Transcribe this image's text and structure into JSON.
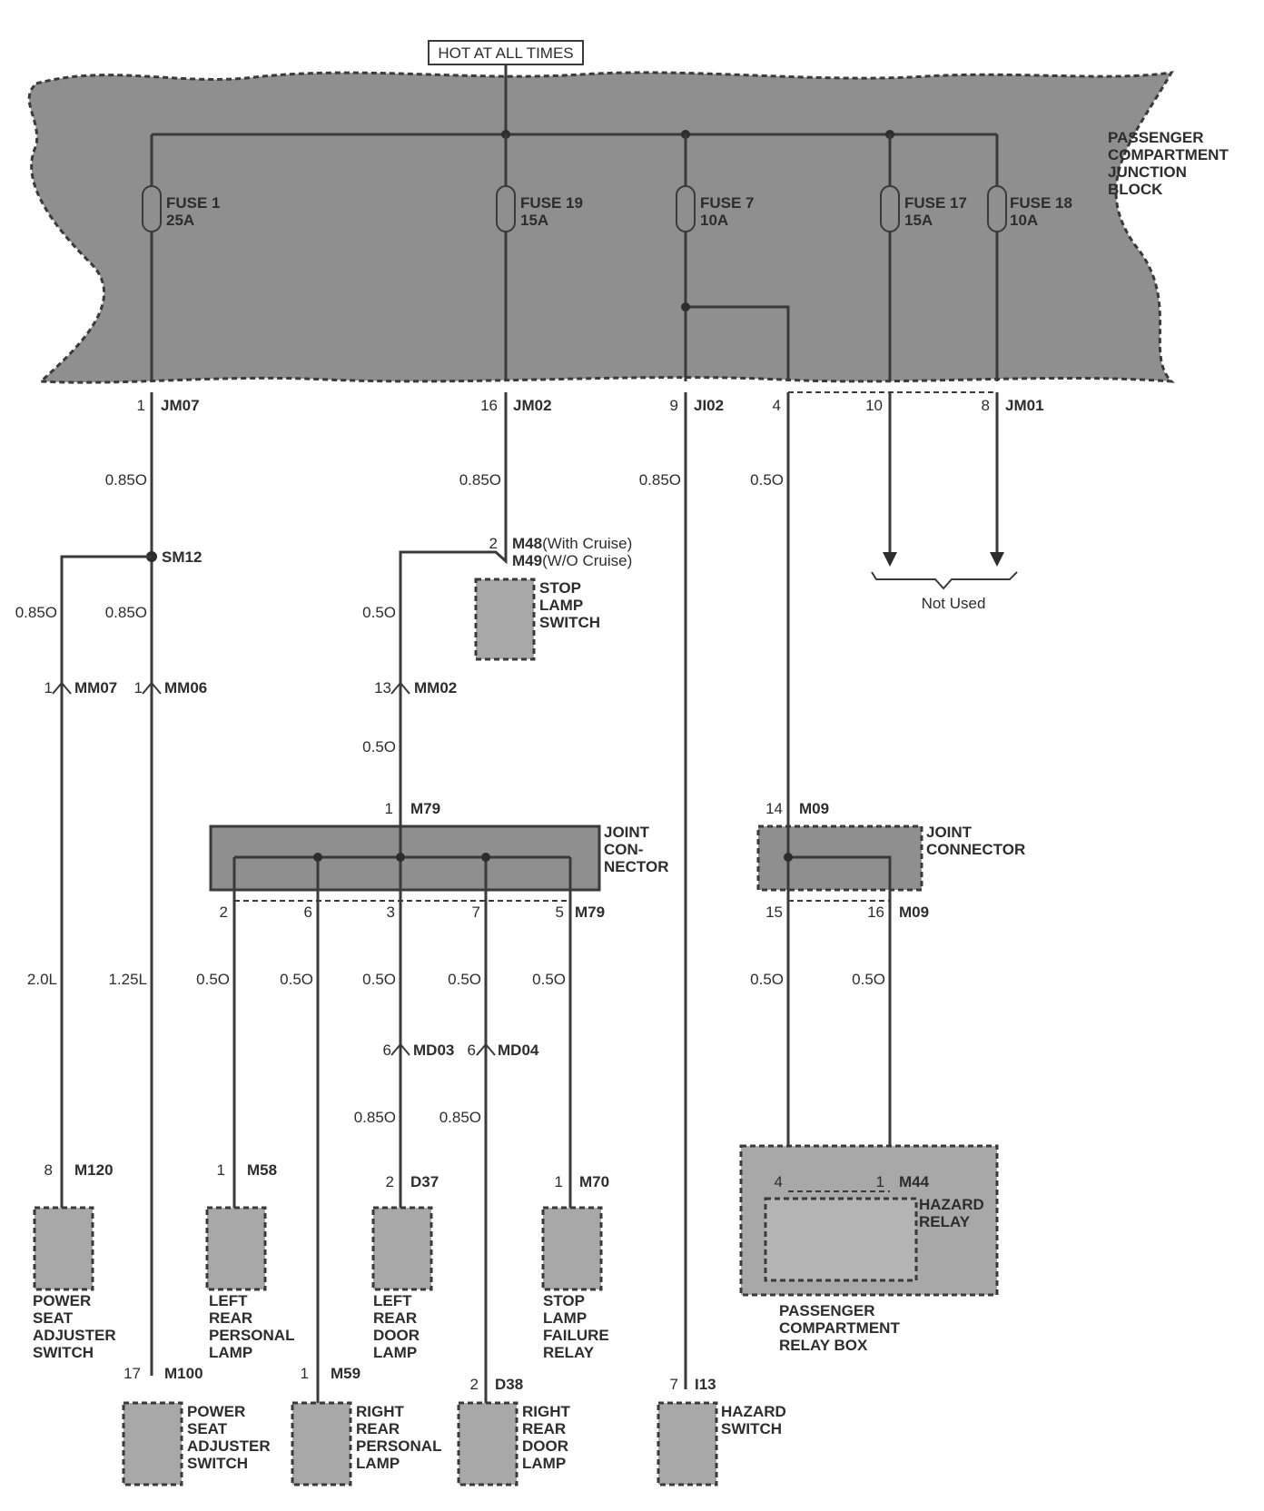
{
  "hot_at_all_times": "HOT AT ALL TIMES",
  "junction_block": [
    "PASSENGER",
    "COMPARTMENT",
    "JUNCTION",
    "BLOCK"
  ],
  "fuses": [
    {
      "name": "FUSE 1",
      "rating": "25A"
    },
    {
      "name": "FUSE 19",
      "rating": "15A"
    },
    {
      "name": "FUSE 7",
      "rating": "10A"
    },
    {
      "name": "FUSE 17",
      "rating": "15A"
    },
    {
      "name": "FUSE 18",
      "rating": "10A"
    }
  ],
  "jb_pins": [
    {
      "pin": "1",
      "connector": "JM07"
    },
    {
      "pin": "16",
      "connector": "JM02"
    },
    {
      "pin": "9",
      "connector": "JI02"
    },
    {
      "pin": "4",
      "connector": ""
    },
    {
      "pin": "10",
      "connector": ""
    },
    {
      "pin": "8",
      "connector": "JM01"
    }
  ],
  "not_used": "Not Used",
  "splice": "SM12",
  "wire_labels": [
    "0.85O",
    "0.85O",
    "0.85O",
    "0.5O",
    "0.85O",
    "0.85O",
    "0.5O",
    "0.5O",
    "2.0L",
    "1.25L",
    "0.5O",
    "0.5O",
    "0.5O",
    "0.5O",
    "0.5O",
    "0.5O",
    "0.5O",
    "0.85O",
    "0.85O"
  ],
  "stop_lamp_connector": {
    "pin": "2",
    "m48": "M48",
    "m48_note": "(With Cruise)",
    "m49": "M49",
    "m49_note": "(W/O Cruise)"
  },
  "stop_lamp_switch": [
    "STOP",
    "LAMP",
    "SWITCH"
  ],
  "inline_connectors": [
    {
      "pin": "1",
      "name": "MM07"
    },
    {
      "pin": "1",
      "name": "MM06"
    },
    {
      "pin": "13",
      "name": "MM02"
    },
    {
      "pin": "6",
      "name": "MD03"
    },
    {
      "pin": "6",
      "name": "MD04"
    }
  ],
  "joint_connector_m79": {
    "pin_in": "1",
    "name": "M79",
    "title": [
      "JOINT",
      "CON-",
      "NECTOR"
    ],
    "outputs": [
      "2",
      "6",
      "3",
      "7",
      "5"
    ]
  },
  "joint_connector_m09": {
    "pin_in": "14",
    "name": "M09",
    "title": [
      "JOINT",
      "CONNECTOR"
    ],
    "outputs": [
      "15",
      "16"
    ]
  },
  "components": [
    {
      "pin": "8",
      "connector": "M120",
      "label": [
        "POWER",
        "SEAT",
        "ADJUSTER",
        "SWITCH"
      ]
    },
    {
      "pin": "1",
      "connector": "M58",
      "label": [
        "LEFT",
        "REAR",
        "PERSONAL",
        "LAMP"
      ]
    },
    {
      "pin": "2",
      "connector": "D37",
      "label": [
        "LEFT",
        "REAR",
        "DOOR",
        "LAMP"
      ]
    },
    {
      "pin": "1",
      "connector": "M70",
      "label": [
        "STOP",
        "LAMP",
        "FAILURE",
        "RELAY"
      ]
    },
    {
      "pin": "17",
      "connector": "M100",
      "label": [
        "POWER",
        "SEAT",
        "ADJUSTER",
        "SWITCH"
      ]
    },
    {
      "pin": "1",
      "connector": "M59",
      "label": [
        "RIGHT",
        "REAR",
        "PERSONAL",
        "LAMP"
      ]
    },
    {
      "pin": "2",
      "connector": "D38",
      "label": [
        "RIGHT",
        "REAR",
        "DOOR",
        "LAMP"
      ]
    },
    {
      "pin": "7",
      "connector": "I13",
      "label": [
        "HAZARD",
        "SWITCH"
      ]
    }
  ],
  "relay_box": {
    "pin_a": "4",
    "pin_b": "1",
    "connector": "M44",
    "relay": [
      "HAZARD",
      "RELAY"
    ],
    "box": [
      "PASSENGER",
      "COMPARTMENT",
      "RELAY BOX"
    ]
  }
}
